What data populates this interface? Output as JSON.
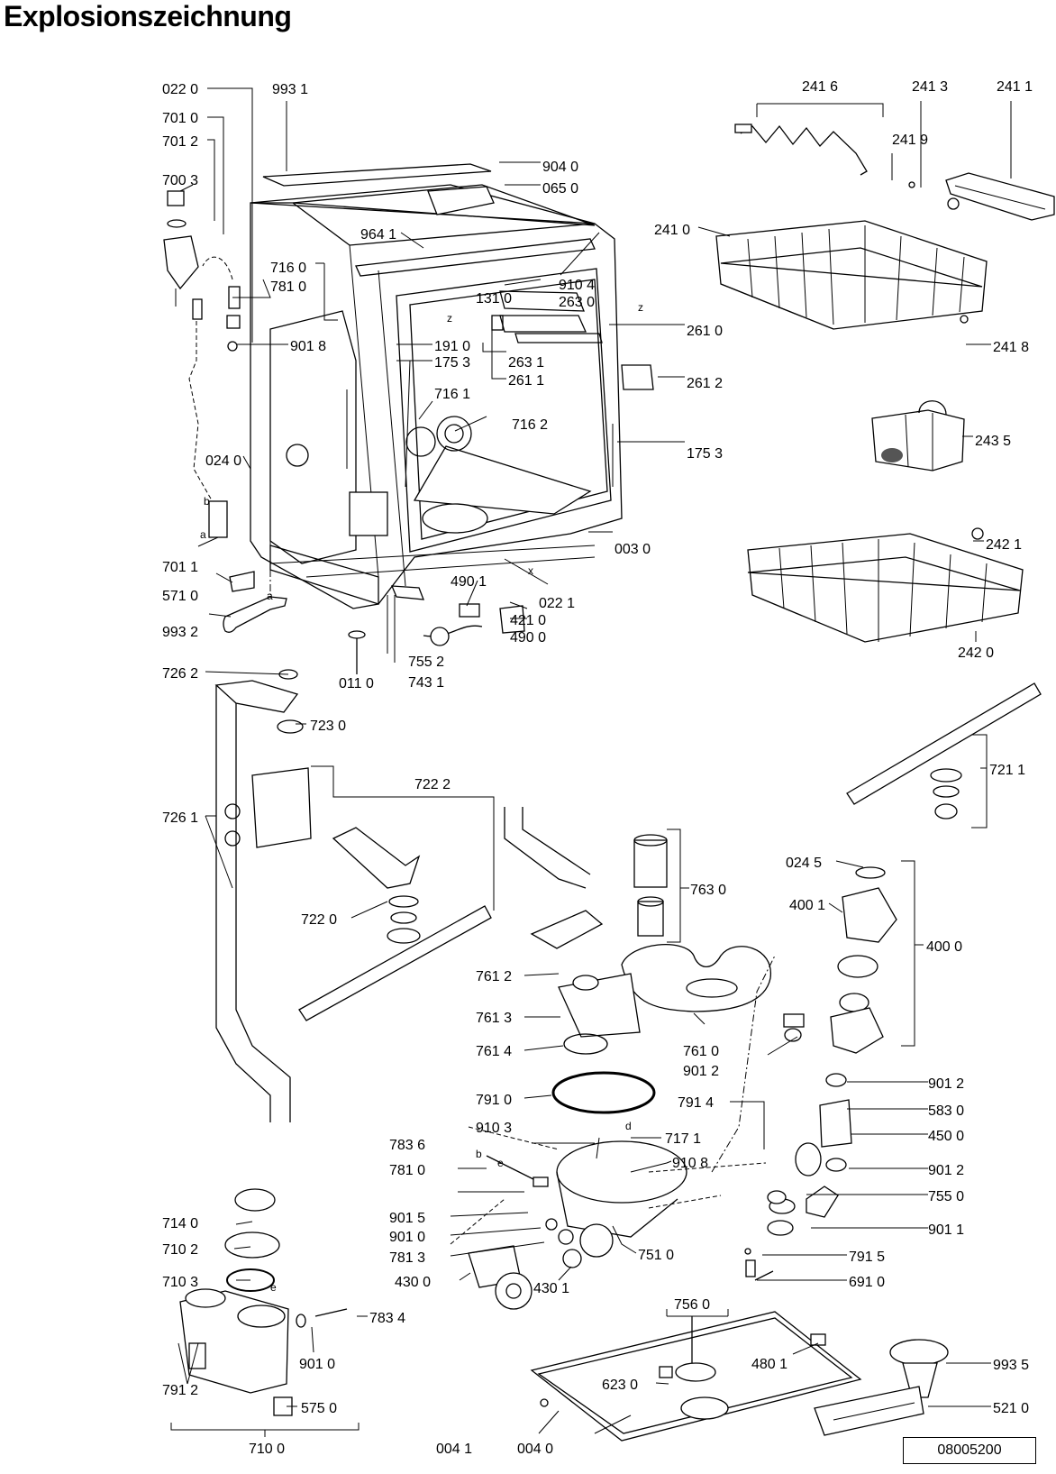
{
  "title": "Explosionszeichnung",
  "drawing_number": "08005200",
  "callouts": {
    "p022_0": "022 0",
    "p993_1": "993 1",
    "p701_0": "701 0",
    "p701_2": "701 2",
    "p700_3": "700 3",
    "p904_0": "904 0",
    "p065_0": "065 0",
    "p964_1": "964 1",
    "p716_0": "716 0",
    "p781_0a": "781 0",
    "p910_4": "910 4",
    "p131_0": "131 0",
    "p263_0": "263 0",
    "p901_8": "901 8",
    "p191_0": "191 0",
    "p175_3a": "175 3",
    "p263_1": "263 1",
    "p261_1": "261 1",
    "p261_0": "261 0",
    "p261_2": "261 2",
    "p716_1": "716 1",
    "p716_2": "716 2",
    "p175_3b": "175 3",
    "p024_0": "024 0",
    "p701_1": "701 1",
    "p571_0": "571 0",
    "p003_0": "003 0",
    "p490_1": "490 1",
    "p022_1": "022 1",
    "p421_0": "421 0",
    "p490_0": "490 0",
    "p993_2": "993 2",
    "p755_2": "755 2",
    "p743_1": "743 1",
    "p011_0": "011 0",
    "p241_6": "241 6",
    "p241_3": "241 3",
    "p241_1": "241 1",
    "p241_9": "241 9",
    "p241_0": "241 0",
    "p241_8": "241 8",
    "p243_5": "243 5",
    "p242_1": "242 1",
    "p242_0": "242 0",
    "p726_2": "726 2",
    "p723_0": "723 0",
    "p722_2": "722 2",
    "p726_1": "726 1",
    "p722_0": "722 0",
    "p721_1": "721 1",
    "p763_0": "763 0",
    "p024_5": "024 5",
    "p400_1": "400 1",
    "p400_0": "400 0",
    "p761_2": "761 2",
    "p761_3": "761 3",
    "p761_4": "761 4",
    "p761_0": "761 0",
    "p901_2a": "901 2",
    "p901_2b": "901 2",
    "p901_2c": "901 2",
    "p791_0": "791 0",
    "p791_4": "791 4",
    "p583_0": "583 0",
    "p450_0": "450 0",
    "p910_3": "910 3",
    "p717_1": "717 1",
    "p783_6": "783 6",
    "p910_8": "910 8",
    "p781_0b": "781 0",
    "p755_0": "755 0",
    "p901_5": "901 5",
    "p901_0a": "901 0",
    "p781_3": "781 3",
    "p901_1": "901 1",
    "p791_5": "791 5",
    "p751_0": "751 0",
    "p691_0": "691 0",
    "p714_0": "714 0",
    "p710_2": "710 2",
    "p710_3": "710 3",
    "p430_0": "430 0",
    "p430_1": "430 1",
    "p783_4": "783 4",
    "p756_0": "756 0",
    "p993_5": "993 5",
    "p901_0b": "901 0",
    "p480_1": "480 1",
    "p623_0": "623 0",
    "p791_2": "791 2",
    "p575_0": "575 0",
    "p521_0": "521 0",
    "p710_0": "710 0",
    "p004_1": "004 1",
    "p004_0": "004 0"
  },
  "markers": {
    "a": "a",
    "b": "b",
    "d": "d",
    "e": "e",
    "x": "x",
    "z": "z"
  }
}
